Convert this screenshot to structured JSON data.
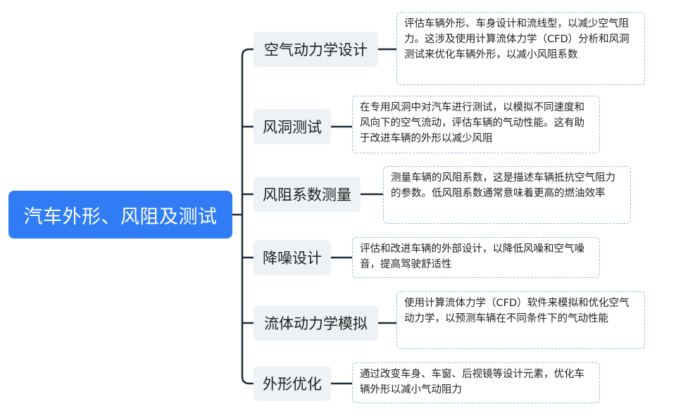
{
  "root": {
    "label": "汽车外形、风阻及测试"
  },
  "branches": [
    {
      "label": "空气动力学设计",
      "note": "评估车辆外形、车身设计和流线型，以减少空气阻力。这涉及使用计算流体力学（CFD）分析和风洞测试来优化车辆外形，以减小风阻系数"
    },
    {
      "label": "风洞测试",
      "note": "在专用风洞中对汽车进行测试，以模拟不同速度和风向下的空气流动，评估车辆的气动性能。这有助于改进车辆的外形以减少风阻"
    },
    {
      "label": "风阻系数测量",
      "note": "测量车辆的风阻系数，这是描述车辆抵抗空气阻力的参数。低风阻系数通常意味着更高的燃油效率"
    },
    {
      "label": "降噪设计",
      "note": "评估和改进车辆的外部设计，以降低风噪和空气噪音，提高驾驶舒适性"
    },
    {
      "label": "流体动力学模拟",
      "note": "使用计算流体力学（CFD）软件来模拟和优化空气动力学，以预测车辆在不同条件下的气动性能"
    },
    {
      "label": "外形优化",
      "note": "通过改变车身、车窗、后视镜等设计元素，优化车辆外形以减小气动阻力"
    }
  ],
  "colors": {
    "root_bg": "#2f7cf5",
    "branch_bg": "#eef1f5",
    "connector": "#1f2a36",
    "note_border": "#9bb8e4"
  }
}
